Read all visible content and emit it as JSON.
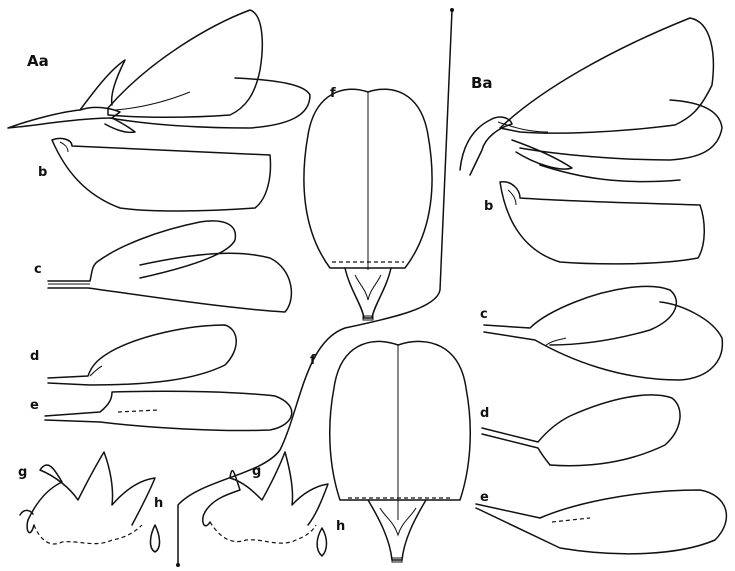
{
  "figure": {
    "panel_a": {
      "label_a": "Aa",
      "label_b": "b",
      "label_c": "c",
      "label_d": "d",
      "label_e": "e",
      "label_f": "f",
      "label_g": "g",
      "label_h": "h"
    },
    "panel_b": {
      "label_a": "Ba",
      "label_b": "b",
      "label_c": "c",
      "label_d": "d",
      "label_e": "e",
      "label_f": "f",
      "label_g": "g",
      "label_h": "h"
    }
  }
}
